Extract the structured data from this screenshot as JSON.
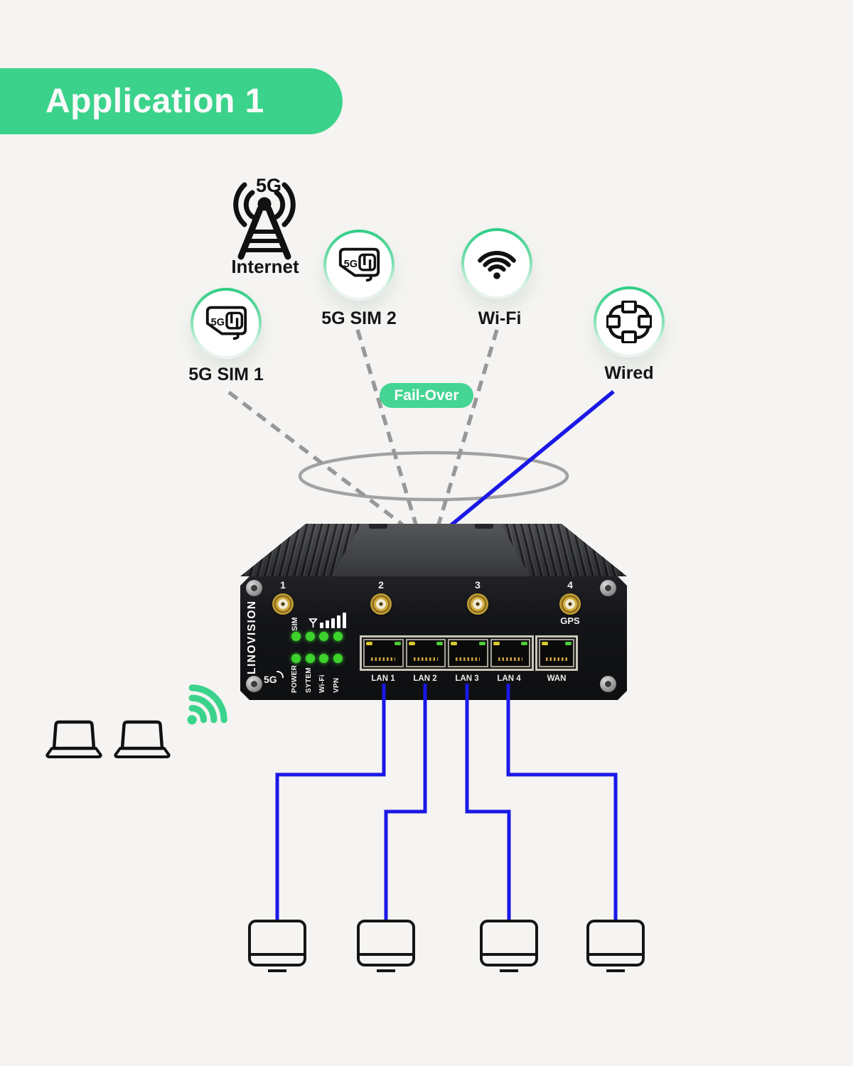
{
  "colors": {
    "accent_green": "#3BD38B",
    "cable_blue": "#1A18E6",
    "dash_gray": "#999999",
    "led_green": "#3ED32C",
    "background": "#F5F4F2"
  },
  "banner": {
    "title": "Application 1"
  },
  "internet_tower": {
    "tag": "5G",
    "label": "Internet"
  },
  "failover_badge": {
    "label": "Fail-Over"
  },
  "sources": {
    "sim1": {
      "label": "5G SIM 1",
      "card_tag": "5G"
    },
    "sim2": {
      "label": "5G SIM 2",
      "card_tag": "5G"
    },
    "wifi": {
      "label": "Wi-Fi"
    },
    "wired": {
      "label": "Wired"
    }
  },
  "router": {
    "brand": "LINOVISION",
    "model_tag": "5G",
    "antennas": [
      "1",
      "2",
      "3",
      "4"
    ],
    "gps_label": "GPS",
    "sim_led_label": "SIM",
    "led_labels": [
      "POWER",
      "SYTEM",
      "Wi-Fi",
      "VPN"
    ],
    "lan_ports": [
      "LAN 1",
      "LAN 2",
      "LAN 3",
      "LAN 4"
    ],
    "wan_label": "WAN"
  }
}
